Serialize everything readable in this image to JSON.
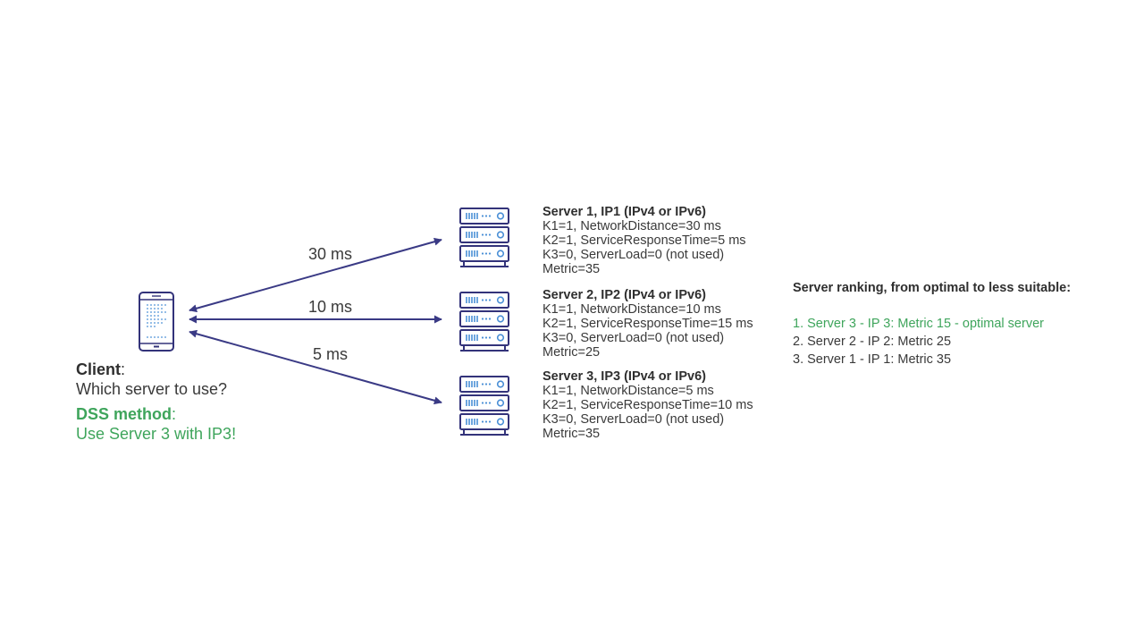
{
  "links": [
    {
      "latency": "30 ms"
    },
    {
      "latency": "10 ms"
    },
    {
      "latency": "5 ms"
    }
  ],
  "client": {
    "title": "Client",
    "question": "Which server to use?",
    "method_title": "DSS method",
    "answer": "Use Server 3 with IP3!"
  },
  "servers": [
    {
      "title": "Server 1, IP1 (IPv4 or IPv6)",
      "k1": "K1=1, NetworkDistance=30 ms",
      "k2": "K2=1, ServiceResponseTime=5 ms",
      "k3": "K3=0, ServerLoad=0 (not used)",
      "metric": "Metric=35"
    },
    {
      "title": "Server 2, IP2 (IPv4 or IPv6)",
      "k1": "K1=1, NetworkDistance=10 ms",
      "k2": "K2=1, ServiceResponseTime=15 ms",
      "k3": "K3=0, ServerLoad=0 (not used)",
      "metric": "Metric=25"
    },
    {
      "title": "Server 3, IP3 (IPv4 or IPv6)",
      "k1": "K1=1, NetworkDistance=5 ms",
      "k2": "K2=1, ServiceResponseTime=10 ms",
      "k3": "K3=0, ServerLoad=0 (not used)",
      "metric": "Metric=35"
    }
  ],
  "ranking": {
    "title": "Server ranking, from optimal to less suitable:",
    "items": [
      "1. Server 3 - IP 3: Metric 15 - optimal server",
      "2. Server 2 - IP 2: Metric 25",
      "3. Server 1 - IP 1: Metric 35"
    ]
  },
  "colors": {
    "icon": "#33337a",
    "arrow": "#3a3a85",
    "accent_green": "#3fa55c",
    "text": "#3a3a3a"
  }
}
